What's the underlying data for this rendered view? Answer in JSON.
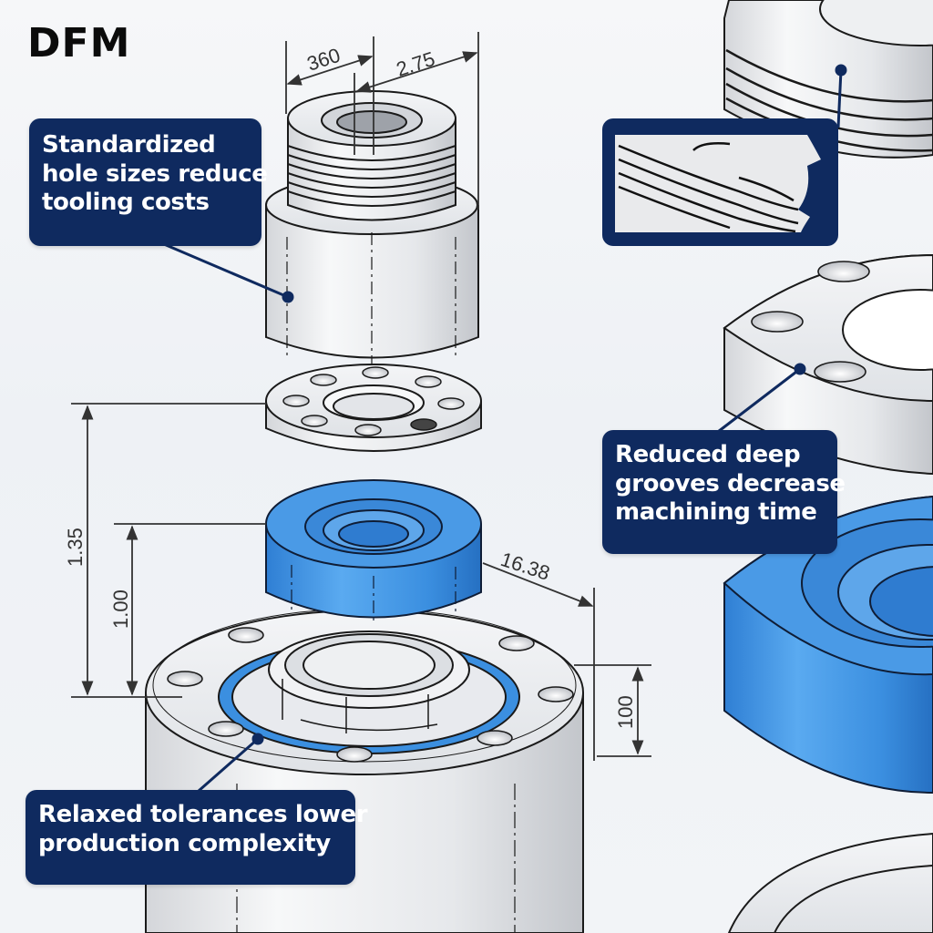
{
  "title": "DFM",
  "callouts": {
    "holes": {
      "lines": [
        "Standardized",
        "hole sizes reduce",
        "tooling costs"
      ]
    },
    "grooves": {
      "lines": [
        "Reduced deep",
        "grooves decrease",
        "machining time"
      ]
    },
    "tolerances": {
      "lines": [
        "Relaxed tolerances lower",
        "production complexity"
      ]
    }
  },
  "dimensions": {
    "top_left_width": "360",
    "top_right_width": "2.75",
    "overall_height": "1.35",
    "ring_height": "1.00",
    "diagonal": "16.38",
    "base_flange_height": "100"
  },
  "colors": {
    "callout_bg": "#0f2a5f",
    "accent_blue": "#3b8fe0",
    "part_grey": "#e4e6ea",
    "line": "#1a1a1a"
  }
}
